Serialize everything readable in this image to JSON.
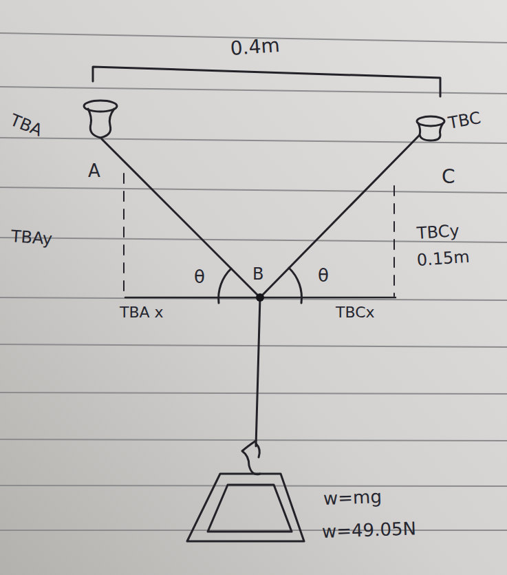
{
  "diagram": {
    "labels": [
      "0.4m",
      "TBA",
      "TBC",
      "A",
      "C",
      "TBAy",
      "TBCy",
      "0.15m",
      "θ",
      "B",
      "θ",
      "TBA x",
      "TBCx",
      "w=mg",
      "w=49.05N"
    ]
  }
}
